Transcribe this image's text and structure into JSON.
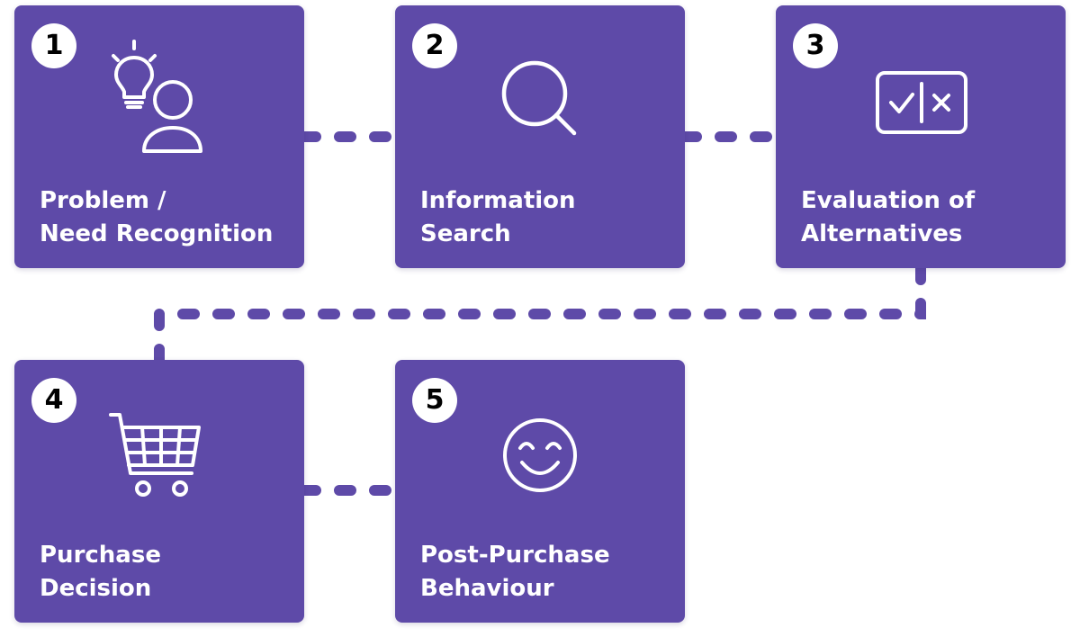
{
  "diagram": {
    "accent_color": "#5e4aa8",
    "text_color": "#ffffff",
    "badge_color": "#ffffff",
    "steps": [
      {
        "number": "1",
        "title_line1": "Problem /",
        "title_line2": "Need Recognition",
        "icon": "lightbulb-person-icon"
      },
      {
        "number": "2",
        "title_line1": "Information",
        "title_line2": "Search",
        "icon": "magnifier-icon"
      },
      {
        "number": "3",
        "title_line1": "Evaluation of",
        "title_line2": "Alternatives",
        "icon": "check-x-compare-icon"
      },
      {
        "number": "4",
        "title_line1": "Purchase",
        "title_line2": "Decision",
        "icon": "shopping-cart-icon"
      },
      {
        "number": "5",
        "title_line1": "Post-Purchase",
        "title_line2": "Behaviour",
        "icon": "smiley-face-icon"
      }
    ]
  }
}
